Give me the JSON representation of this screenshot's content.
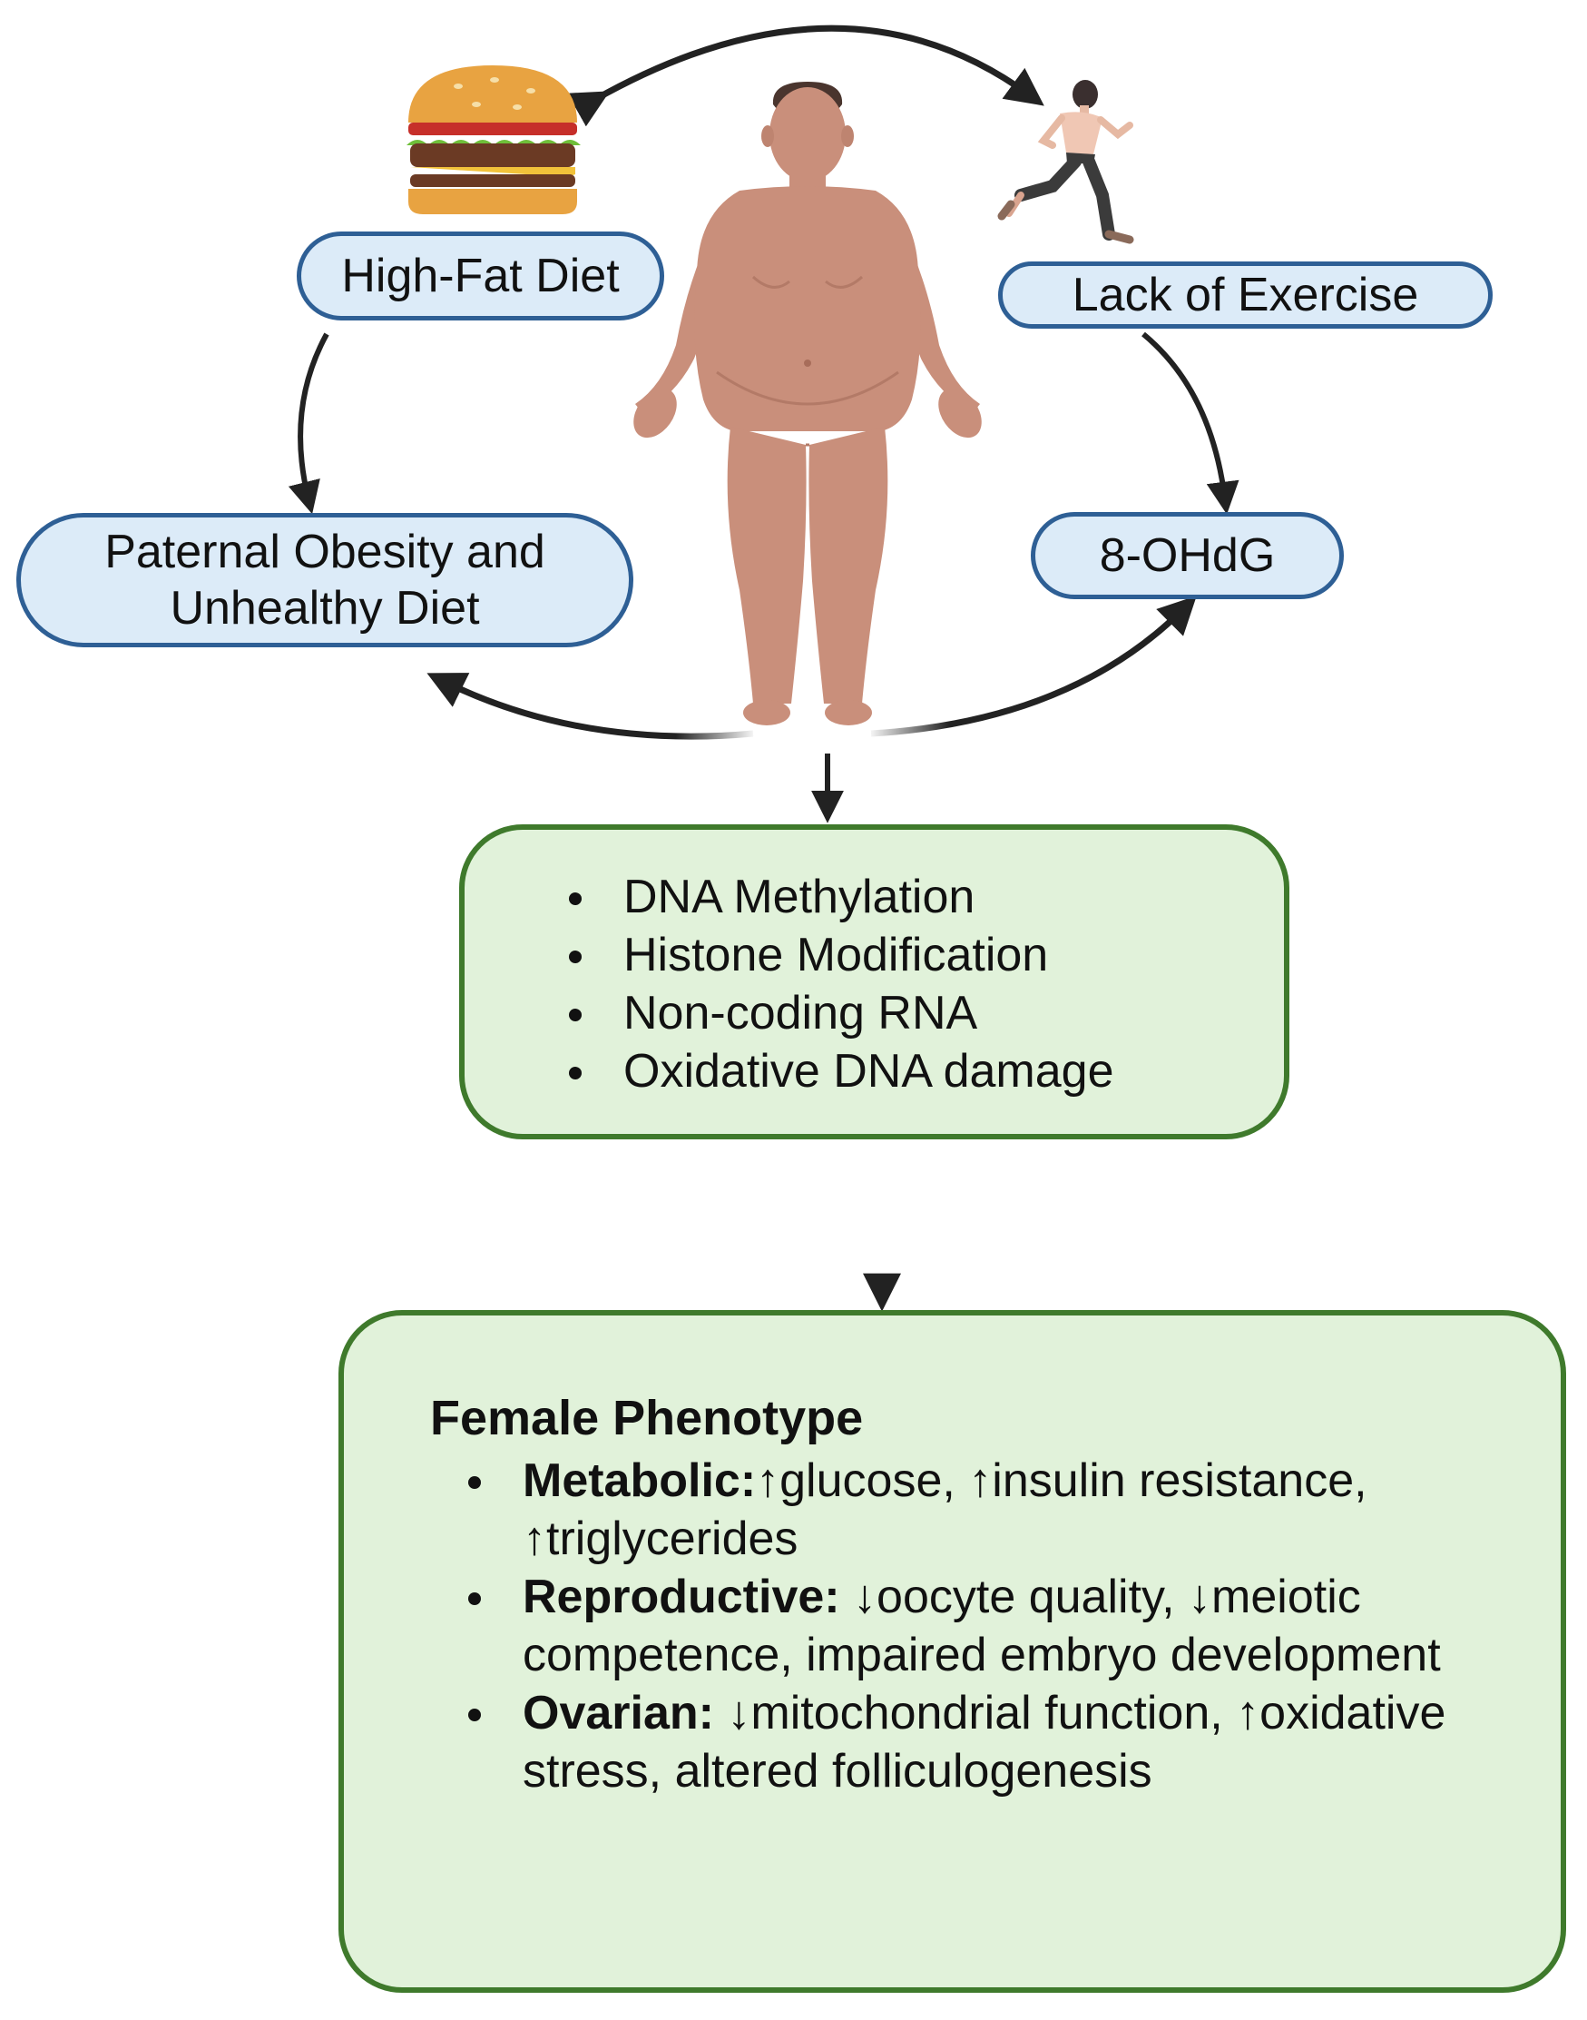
{
  "nodes": {
    "high_fat_diet": "High-Fat Diet",
    "lack_of_exercise": "Lack of Exercise",
    "paternal_obesity_line1": "Paternal Obesity and",
    "paternal_obesity_line2": "Unhealthy Diet",
    "ohdg": "8-OHdG"
  },
  "mechanisms": [
    "DNA Methylation",
    "Histone Modification",
    "Non-coding RNA",
    "Oxidative DNA damage"
  ],
  "phenotype": {
    "title": "Female Phenotype",
    "items": [
      {
        "label": "Metabolic:",
        "text": "↑glucose, ↑insulin resistance, ↑triglycerides"
      },
      {
        "label": "Reproductive:",
        "text": " ↓oocyte quality, ↓meiotic competence, impaired embryo development"
      },
      {
        "label": "Ovarian:",
        "text": " ↓mitochondrial function, ↑oxidative stress, altered folliculogenesis"
      }
    ]
  },
  "icons": [
    "burger-icon",
    "runner-icon",
    "obese-man-figure"
  ],
  "colors": {
    "pill_fill": "#dcebf8",
    "pill_border": "#2e5f95",
    "box_fill": "#e1f2da",
    "box_border": "#3f7a2c",
    "skin": "#c98f7b"
  }
}
